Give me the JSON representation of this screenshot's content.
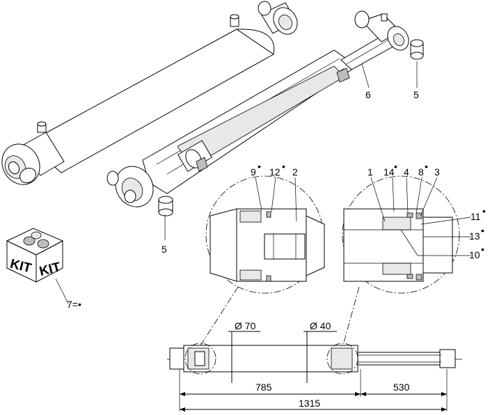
{
  "callouts": {
    "c5_top": "5",
    "c6": "6",
    "c5_bottom": "5",
    "c9": "9",
    "c12": "12",
    "c2": "2",
    "c1": "1",
    "c14": "14",
    "c4": "4",
    "c8": "8",
    "c3": "3",
    "c11": "11",
    "c13": "13",
    "c10": "10"
  },
  "kit": {
    "label_left": "KIT",
    "label_right": "KIT",
    "legend": "7=•"
  },
  "dimensions": {
    "bore_diameter": "Ø 70",
    "rod_diameter": "Ø 40",
    "closed_length_part": "785",
    "stroke": "530",
    "overall_length": "1315"
  },
  "kit_marker": "•"
}
